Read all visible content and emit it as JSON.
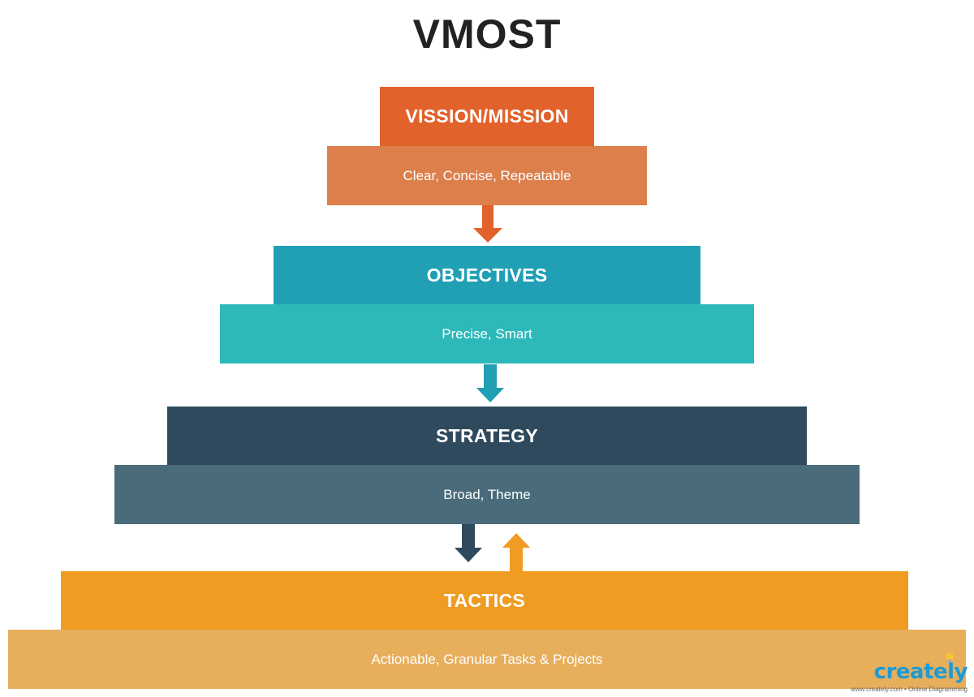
{
  "title": "VMOST",
  "levels": [
    {
      "heading": "VISSION/MISSION",
      "subtitle": "Clear, Concise, Repeatable",
      "head_color": "#e2622b",
      "sub_color": "#dc7f4b"
    },
    {
      "heading": "OBJECTIVES",
      "subtitle": "Precise, Smart",
      "head_color": "#209fb5",
      "sub_color": "#2db8b9"
    },
    {
      "heading": "STRATEGY",
      "subtitle": "Broad, Theme",
      "head_color": "#2e4a5c",
      "sub_color": "#4a6b7a"
    },
    {
      "heading": "TACTICS",
      "subtitle": "Actionable, Granular Tasks & Projects",
      "head_color": "#f09c22",
      "sub_color": "#e7ae5c"
    }
  ],
  "arrows": [
    {
      "from": "VISSION/MISSION",
      "to": "OBJECTIVES",
      "direction": "down",
      "color": "#e2622b"
    },
    {
      "from": "OBJECTIVES",
      "to": "STRATEGY",
      "direction": "down",
      "color": "#209fb5"
    },
    {
      "from": "STRATEGY",
      "to": "TACTICS",
      "direction": "down",
      "color": "#2e4a5c"
    },
    {
      "from": "TACTICS",
      "to": "STRATEGY",
      "direction": "up",
      "color": "#f09c22"
    }
  ],
  "branding": {
    "logo_text": "creately",
    "tagline": "www.creately.com • Online Diagramming",
    "icon": "lightbulb-icon"
  }
}
